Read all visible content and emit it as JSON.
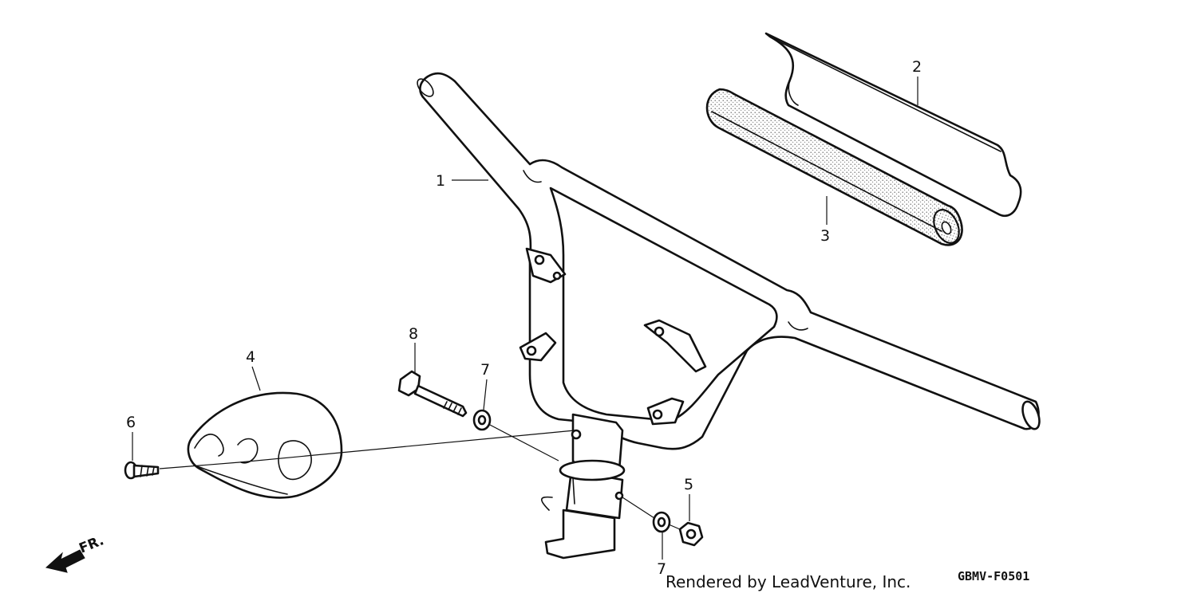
{
  "diagram": {
    "callouts": [
      {
        "id": "part-1",
        "label": "1"
      },
      {
        "id": "part-2",
        "label": "2"
      },
      {
        "id": "part-3",
        "label": "3"
      },
      {
        "id": "part-4",
        "label": "4"
      },
      {
        "id": "part-5",
        "label": "5"
      },
      {
        "id": "part-6",
        "label": "6"
      },
      {
        "id": "part-7a",
        "label": "7"
      },
      {
        "id": "part-7b",
        "label": "7"
      },
      {
        "id": "part-8",
        "label": "8"
      }
    ],
    "direction_label": "FR.",
    "credit": "Rendered by LeadVenture, Inc.",
    "diagram_code": "GBMV-F0501"
  },
  "colors": {
    "ink": "#111111",
    "paper": "#ffffff"
  }
}
